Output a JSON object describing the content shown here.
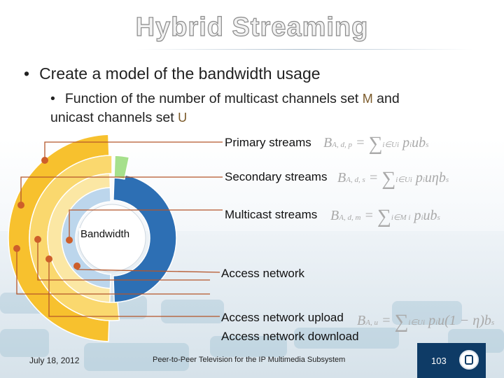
{
  "slide": {
    "title": "Hybrid Streaming",
    "bullet1": "Create a model of the bandwidth usage",
    "bullet2_part1": "Function of the number of multicast channels set",
    "bullet2_and": "and",
    "bullet2_part2": "unicast channels set",
    "symbol_multicast": "M",
    "symbol_unicast": "U"
  },
  "diagram": {
    "center_label": "Bandwidth",
    "labels": {
      "primary": "Primary streams",
      "secondary": "Secondary streams",
      "multicast": "Multicast streams",
      "access": "Access network",
      "upload": "Access network upload",
      "download": "Access network download"
    },
    "colors": {
      "outer_ring": "#f7c12e",
      "mid_ring": "#fad86e",
      "inner_ring": "#fbe7a4",
      "blue_ring": "#2d6fb4",
      "light_blue_ring": "#bcd6ec",
      "green_segment": "#a6e08c",
      "leader_line": "#b5562a",
      "marker": "#cd5e2a"
    }
  },
  "formulas": {
    "primary": {
      "lhs": "B",
      "lhs_sub": "A, d, p",
      "eq": "=",
      "sum_sub": "i∈Ui",
      "term": "p",
      "term_sub": "i",
      "rest": "ub",
      "rest_sub": "s"
    },
    "secondary": {
      "lhs": "B",
      "lhs_sub": "A, d, s",
      "eq": "=",
      "sum_sub": "i∈Ui",
      "term": "p",
      "term_sub": "i",
      "rest": "uηb",
      "rest_sub": "s"
    },
    "multicast": {
      "lhs": "B",
      "lhs_sub": "A, d, m",
      "eq": "=",
      "sum_sub": "i∈M i",
      "term": "p",
      "term_sub": "i",
      "rest": "ub",
      "rest_sub": "s"
    },
    "upload": {
      "lhs": "B",
      "lhs_sub": "A, u",
      "eq": "=",
      "sum_sub": "i∈Ui",
      "term": "p",
      "term_sub": "i",
      "rest": "u(1 − η)b",
      "rest_sub": "s"
    }
  },
  "footer": {
    "date": "July 18, 2012",
    "center": "Peer-to-Peer Television for the IP Multimedia Subsystem",
    "page": "103"
  }
}
